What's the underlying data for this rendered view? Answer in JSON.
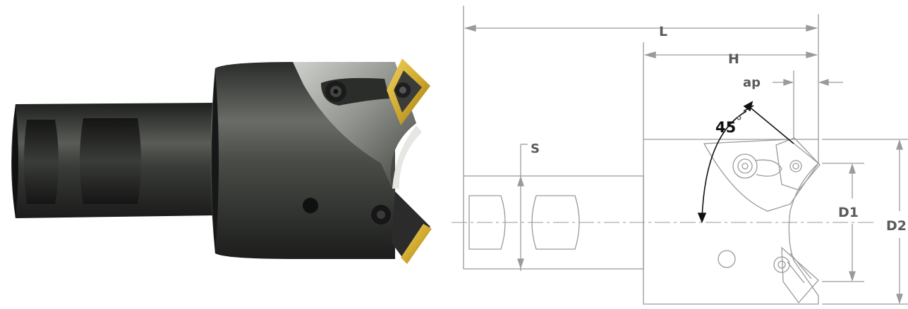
{
  "labels": {
    "L": "L",
    "H": "H",
    "ap": "ap",
    "angle": "45",
    "degree": "°",
    "S": "S",
    "D1": "D1",
    "D2": "D2"
  },
  "colors": {
    "steel_dark": "#2b2d2b",
    "steel_mid": "#4a4c49",
    "steel_light": "#8a8c88",
    "insert_gold": "#d9b53a",
    "line_gray": "#9a9a9a",
    "text_gray": "#5a5a5a"
  },
  "icons": {
    "photo": "chamfer-mill-tool-photo",
    "drawing": "chamfer-mill-technical-drawing"
  }
}
